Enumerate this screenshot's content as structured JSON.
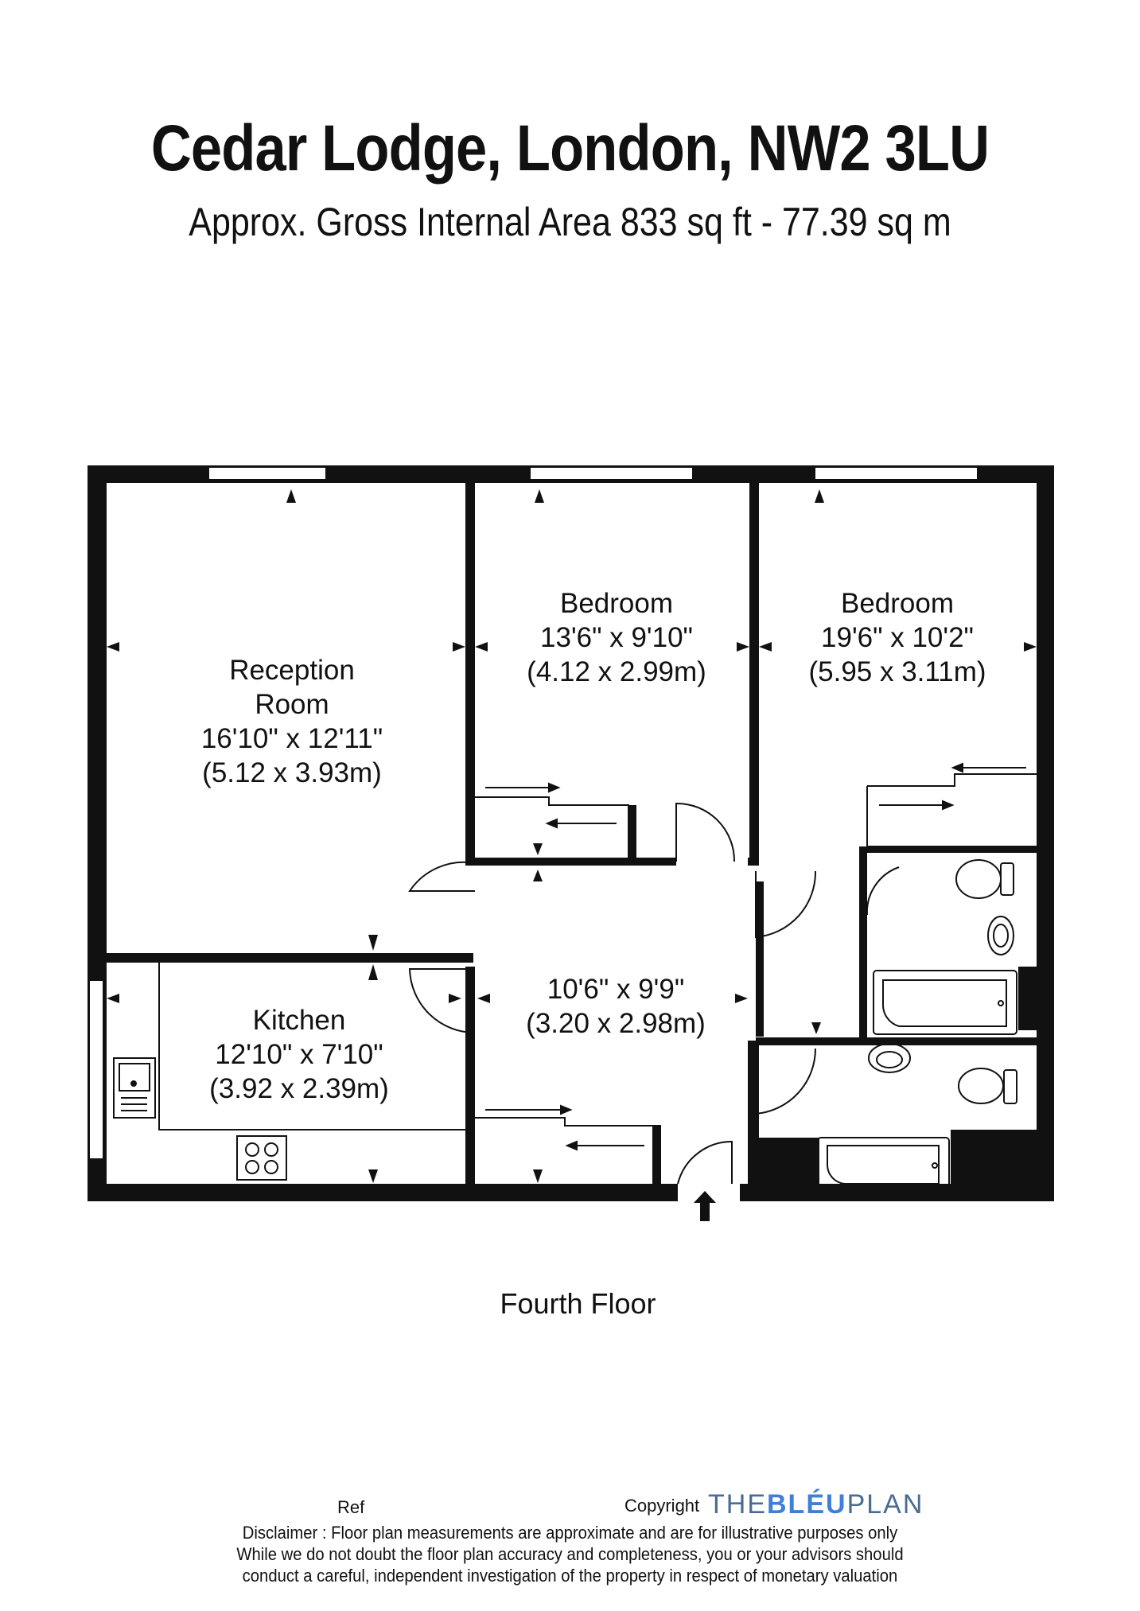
{
  "header": {
    "title": "Cedar Lodge, London, NW2 3LU",
    "subtitle": "Approx. Gross Internal Area 833 sq ft - 77.39 sq m"
  },
  "rooms": {
    "reception": {
      "name_line1": "Reception",
      "name_line2": "Room",
      "imperial": "16'10\" x 12'11\"",
      "metric": "(5.12 x 3.93m)"
    },
    "bedroom1": {
      "name": "Bedroom",
      "imperial": "13'6\" x 9'10\"",
      "metric": "(4.12 x 2.99m)"
    },
    "bedroom2": {
      "name": "Bedroom",
      "imperial": "19'6\" x 10'2\"",
      "metric": "(5.95 x 3.11m)"
    },
    "kitchen": {
      "name": "Kitchen",
      "imperial": "12'10\" x 7'10\"",
      "metric": "(3.92 x 2.39m)"
    },
    "hall": {
      "imperial": "10'6\" x 9'9\"",
      "metric": "(3.20 x 2.98m)"
    }
  },
  "floor_label": "Fourth Floor",
  "footer": {
    "ref_label": "Ref",
    "copyright_label": "Copyright",
    "logo_prefix": "THE",
    "logo_bold": "BLÉU",
    "logo_suffix": "PLAN",
    "disclaimer_lines": [
      "Disclaimer : Floor plan measurements are approximate and are for illustrative purposes only",
      "While we do not doubt the floor plan accuracy and completeness, you or your advisors should",
      "conduct a careful, independent investigation of the property in respect of monetary valuation"
    ]
  },
  "colors": {
    "wall": "#111111",
    "background": "#ffffff",
    "logo_accent": "#3f7fd8"
  }
}
